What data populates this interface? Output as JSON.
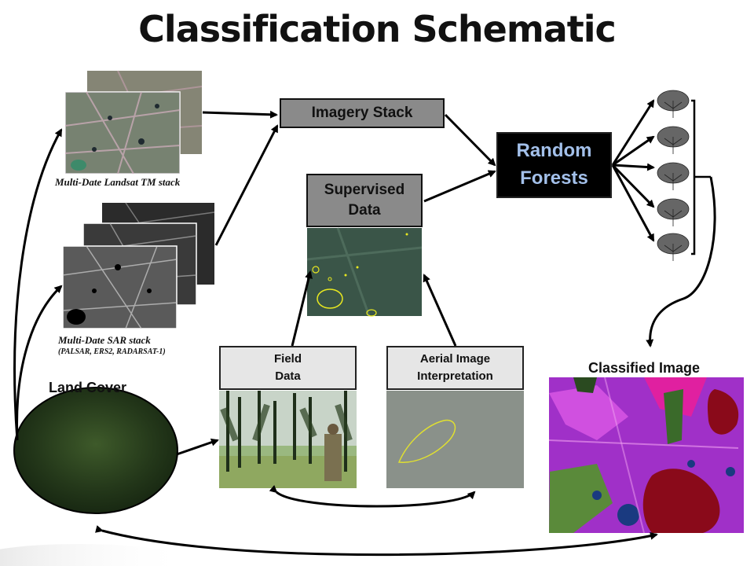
{
  "title": "Classification Schematic",
  "landsat": {
    "caption": "Multi-Date Landsat TM stack"
  },
  "sar": {
    "caption": "Multi-Date SAR stack",
    "subcaption": "(PALSAR, ERS2, RADARSAT-1)"
  },
  "imagery_stack": {
    "label": "Imagery Stack"
  },
  "supervised_data": {
    "line1": "Supervised",
    "line2": "Data"
  },
  "random_forests": {
    "line1": "Random",
    "line2": "Forests"
  },
  "field_data": {
    "line1": "Field",
    "line2": "Data"
  },
  "aerial": {
    "line1": "Aerial Image",
    "line2": "Interpretation"
  },
  "land_cover": {
    "label": "Land Cover"
  },
  "classified": {
    "label": "Classified Image"
  },
  "colors": {
    "rf_text": "#a3c0ea",
    "box_gray": "#8a8a8a",
    "box_light": "#e6e6e6"
  },
  "tree_count": 5
}
